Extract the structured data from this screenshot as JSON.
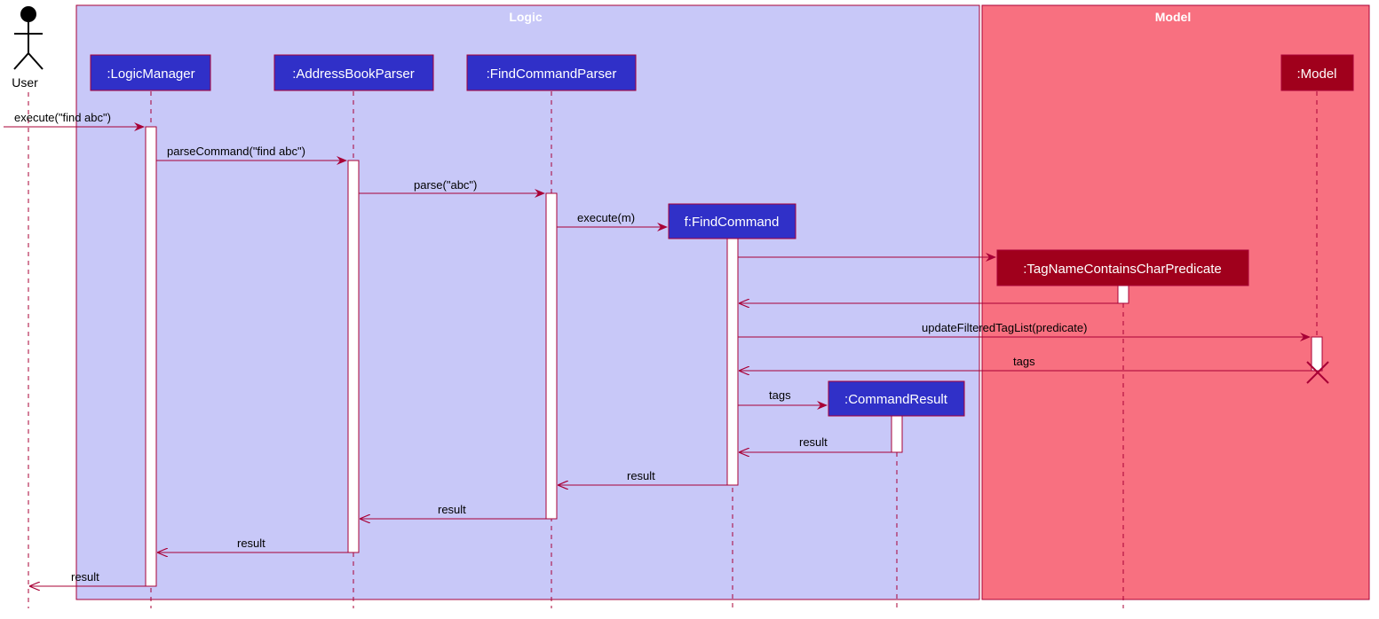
{
  "diagram": {
    "type": "sequence",
    "boxes": [
      {
        "id": "logic",
        "label": "Logic",
        "fill": "#c8c8f8",
        "stroke": "#a80036"
      },
      {
        "id": "model",
        "label": "Model",
        "fill": "#f87080",
        "stroke": "#a80036"
      }
    ],
    "actor": {
      "label": "User"
    },
    "participants": [
      {
        "id": "lm",
        "label": ":LogicManager",
        "fill": "#3030c8",
        "text_color": "#ffffff"
      },
      {
        "id": "abp",
        "label": ":AddressBookParser",
        "fill": "#3030c8",
        "text_color": "#ffffff"
      },
      {
        "id": "fcp",
        "label": ":FindCommandParser",
        "fill": "#3030c8",
        "text_color": "#ffffff"
      },
      {
        "id": "fc",
        "label": "f:FindCommand",
        "fill": "#3030c8",
        "text_color": "#ffffff"
      },
      {
        "id": "pred",
        "label": ":TagNameContainsCharPredicate",
        "fill": "#a0001c",
        "text_color": "#ffffff"
      },
      {
        "id": "cr",
        "label": ":CommandResult",
        "fill": "#3030c8",
        "text_color": "#ffffff"
      },
      {
        "id": "model",
        "label": ":Model",
        "fill": "#a0001c",
        "text_color": "#ffffff"
      }
    ],
    "messages": [
      {
        "id": "m1",
        "label": "execute(\"find abc\")",
        "kind": "call"
      },
      {
        "id": "m2",
        "label": "parseCommand(\"find abc\")",
        "kind": "call"
      },
      {
        "id": "m3",
        "label": "parse(\"abc\")",
        "kind": "call"
      },
      {
        "id": "m4",
        "label": "execute(m)",
        "kind": "create"
      },
      {
        "id": "m5",
        "label": "",
        "kind": "create"
      },
      {
        "id": "m6",
        "label": "",
        "kind": "return"
      },
      {
        "id": "m7",
        "label": "updateFilteredTagList(predicate)",
        "kind": "call"
      },
      {
        "id": "m8",
        "label": "tags",
        "kind": "return"
      },
      {
        "id": "m9",
        "label": "tags",
        "kind": "create"
      },
      {
        "id": "m10",
        "label": "result",
        "kind": "return"
      },
      {
        "id": "m11",
        "label": "result",
        "kind": "return"
      },
      {
        "id": "m12",
        "label": "result",
        "kind": "return"
      },
      {
        "id": "m13",
        "label": "result",
        "kind": "return"
      },
      {
        "id": "m14",
        "label": "result",
        "kind": "return"
      }
    ],
    "colors": {
      "line": "#a80036",
      "lifeline": "#a80036",
      "activation_fill": "#ffffff"
    }
  }
}
